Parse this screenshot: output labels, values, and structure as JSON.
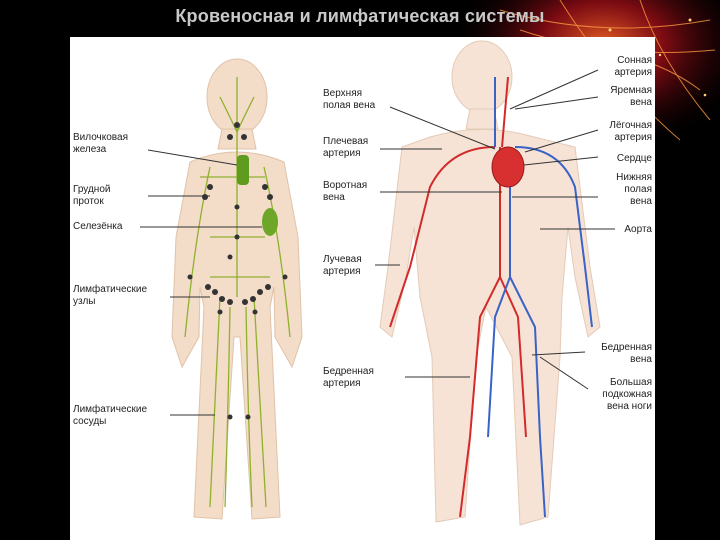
{
  "title": "Кровеносная и лимфатическая системы",
  "colors": {
    "background": "#000000",
    "panel": "#ffffff",
    "lymph": "#8fb12e",
    "artery": "#d22b2b",
    "vein": "#3a63c8",
    "skin": "#f3d9c3"
  },
  "lymphatic_labels": {
    "thymus": [
      "Вилочковая",
      "железа"
    ],
    "thoracic_duct": [
      "Грудной",
      "проток"
    ],
    "spleen": "Селезёнка",
    "lymph_nodes": [
      "Лимфатические",
      "узлы"
    ],
    "lymph_vessels": [
      "Лимфатические",
      "сосуды"
    ]
  },
  "circulatory_left_labels": {
    "superior_vena_cava": [
      "Верхняя",
      "полая вена"
    ],
    "brachial_artery": [
      "Плечевая",
      "артерия"
    ],
    "portal_vein": [
      "Воротная",
      "вена"
    ],
    "radial_artery": [
      "Лучевая",
      "артерия"
    ],
    "femoral_artery": [
      "Бедренная",
      "артерия"
    ]
  },
  "circulatory_right_labels": {
    "carotid_artery": [
      "Сонная",
      "артерия"
    ],
    "jugular_vein": [
      "Яремная",
      "вена"
    ],
    "pulmonary_artery": [
      "Лёгочная",
      "артерия"
    ],
    "heart": "Сердце",
    "inferior_vena_cava": [
      "Нижняя",
      "полая",
      "вена"
    ],
    "aorta": "Аорта",
    "femoral_vein": [
      "Бедренная",
      "вена"
    ],
    "great_saphenous_vein": [
      "Большая",
      "подкожная",
      "вена ноги"
    ]
  }
}
